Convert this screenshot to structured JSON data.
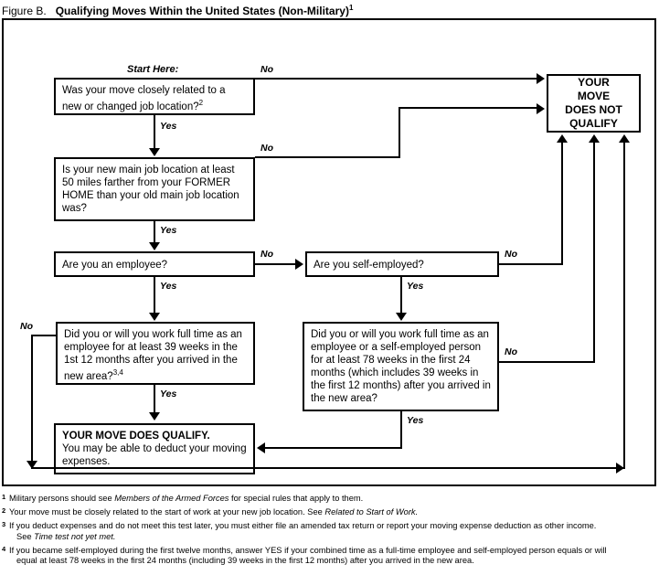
{
  "title": {
    "figure_label": "Figure B.",
    "heading": "Qualifying Moves Within the United States (Non-Military)",
    "superscript": "1"
  },
  "start_label": "Start Here:",
  "boxes": {
    "q1": {
      "text": "Was your move closely related to a new or changed job location?",
      "superscript": "2"
    },
    "q2": {
      "text": "Is your new main job location at least 50 miles farther from your FORMER HOME than your old main job location was?"
    },
    "q3": {
      "text": "Are you an employee?"
    },
    "q4": {
      "text": "Are you self-employed?"
    },
    "q5": {
      "text": "Did you or will you work full time as an employee for at least 39 weeks in the 1st 12 months after you arrived in the new area?",
      "superscript": "3,4"
    },
    "q6": {
      "text": "Did you or will you work full time as an employee or a self-employed person for at least 78 weeks in the first 24 months (which includes 39 weeks in the first 12 months) after you arrived in the new area?"
    },
    "qualify": {
      "headline": "YOUR MOVE DOES QUALIFY.",
      "body": "You may be able to deduct your moving expenses."
    },
    "not_qualify": {
      "line1": "YOUR",
      "line2": "MOVE",
      "line3": "DOES NOT",
      "line4": "QUALIFY"
    }
  },
  "edge_labels": {
    "q1_no": "No",
    "q1_yes": "Yes",
    "q2_no": "No",
    "q2_yes": "Yes",
    "q3_no": "No",
    "q3_yes": "Yes",
    "q4_no": "No",
    "q4_yes": "Yes",
    "q5_no": "No",
    "q5_yes": "Yes",
    "q6_no": "No",
    "q6_yes": "Yes"
  },
  "footnotes": [
    {
      "num": "1",
      "parts": [
        {
          "t": "Military persons should see ",
          "i": false
        },
        {
          "t": "Members of the Armed Forces",
          "i": true
        },
        {
          "t": " for special rules that apply to them.",
          "i": false
        }
      ]
    },
    {
      "num": "2",
      "parts": [
        {
          "t": "Your move must be closely related to the start of work at your new job location. See ",
          "i": false
        },
        {
          "t": "Related to Start of Work.",
          "i": true
        }
      ]
    },
    {
      "num": "3",
      "parts": [
        {
          "t": "If you deduct expenses and do not meet this test later, you must either file an amended tax return or report your moving expense deduction as other income.",
          "i": false
        },
        {
          "t": "See ",
          "i": false,
          "newline": true
        },
        {
          "t": "Time test not yet met.",
          "i": true
        }
      ]
    },
    {
      "num": "4",
      "parts": [
        {
          "t": "If you became self-employed during the first twelve months, answer YES if your combined time as a full-time employee and self-employed person equals or will",
          "i": false
        },
        {
          "t": "equal at least 78 weeks in the first 24 months (including 39 weeks in the first 12 months) after you arrived in the new area.",
          "i": false,
          "newline": true
        }
      ]
    }
  ]
}
